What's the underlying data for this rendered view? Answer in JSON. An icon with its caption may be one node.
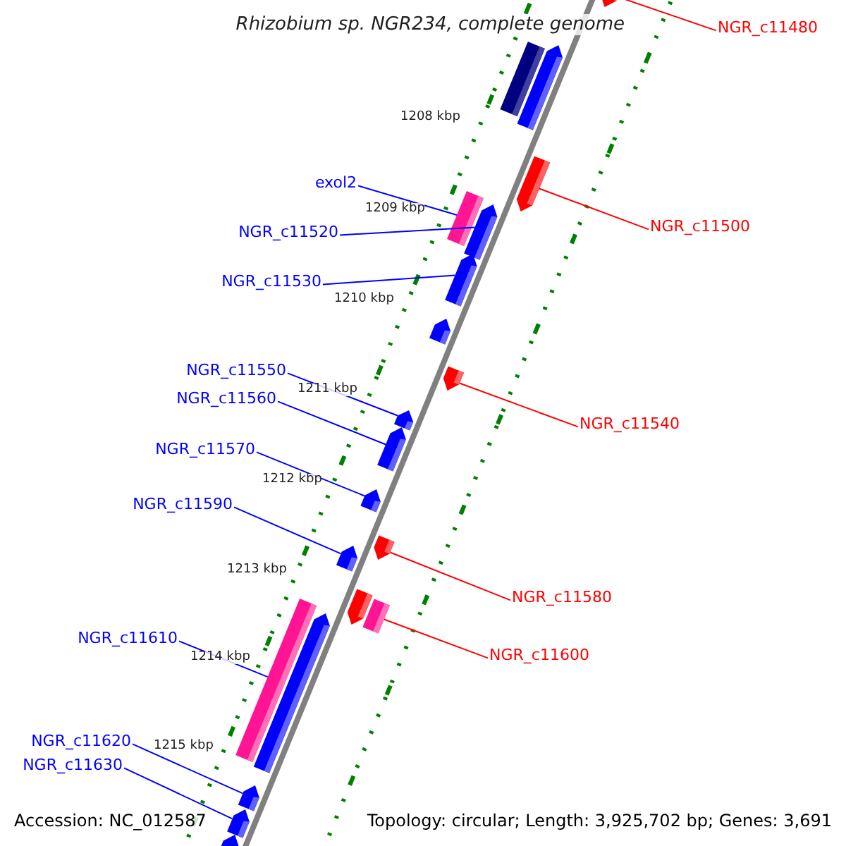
{
  "diagram": {
    "title": "Rhizobium sp. NGR234, complete genome",
    "nodes": [
      {
        "text": [
          "NGR_c11480"
        ]
      },
      {
        "text": [
          "NGR_c11500"
        ]
      },
      {
        "text": [
          "exol2"
        ]
      },
      {
        "text": [
          "NGR_c11520"
        ]
      },
      {
        "text": [
          "NGR_c11530"
        ]
      },
      {
        "text": [
          "NGR_c11550"
        ]
      },
      {
        "text": [
          "NGR_c11560"
        ]
      },
      {
        "text": [
          "NGR_c11540"
        ]
      },
      {
        "text": [
          "NGR_c11570"
        ]
      },
      {
        "text": [
          "NGR_c11590"
        ]
      },
      {
        "text": [
          "NGR_c11580"
        ]
      },
      {
        "text": [
          "NGR_c11600"
        ]
      },
      {
        "text": [
          "NGR_c11610"
        ]
      },
      {
        "text": [
          "NGR_c11620"
        ]
      },
      {
        "text": [
          "NGR_c11630"
        ]
      },
      {
        "text": [],
        "shape": "arrow"
      },
      {
        "text": [],
        "shape": "bar"
      },
      {
        "text": [],
        "shape": "arrow"
      },
      {
        "text": [],
        "shape": "arrow"
      },
      {
        "text": [],
        "shape": "bar"
      },
      {
        "text": [],
        "shape": "arrow"
      },
      {
        "text": [],
        "shape": "arrow"
      },
      {
        "text": [],
        "shape": "arrow"
      },
      {
        "text": [],
        "shape": "arrow"
      },
      {
        "text": [],
        "shape": "arrow"
      },
      {
        "text": [],
        "shape": "arrow"
      },
      {
        "text": [],
        "shape": "arrow"
      },
      {
        "text": [],
        "shape": "arrow"
      },
      {
        "text": [],
        "shape": "arrow"
      },
      {
        "text": [],
        "shape": "arrow"
      },
      {
        "text": [],
        "shape": "bar"
      },
      {
        "text": [],
        "shape": "bar"
      },
      {
        "text": [],
        "shape": "arrow"
      },
      {
        "text": [],
        "shape": "arrow"
      },
      {
        "text": [],
        "shape": "arrow"
      },
      {
        "text": [],
        "shape": "arrow"
      }
    ],
    "edges": [
      {
        "from": 0,
        "to": 15,
        "arrow": "none",
        "color": "#ff0000"
      },
      {
        "from": 1,
        "to": 18,
        "arrow": "none",
        "color": "#ff0000"
      },
      {
        "from": 2,
        "to": 19,
        "arrow": "none"
      },
      {
        "from": 3,
        "to": 20,
        "arrow": "none"
      },
      {
        "from": 4,
        "to": 21,
        "arrow": "none"
      },
      {
        "from": 5,
        "to": 24,
        "arrow": "none"
      },
      {
        "from": 6,
        "to": 25,
        "arrow": "none"
      },
      {
        "from": 7,
        "to": 23,
        "arrow": "none",
        "color": "#ff0000"
      },
      {
        "from": 8,
        "to": 26,
        "arrow": "none"
      },
      {
        "from": 9,
        "to": 28,
        "arrow": "none"
      },
      {
        "from": 10,
        "to": 27,
        "arrow": "none",
        "color": "#ff0000"
      },
      {
        "from": 11,
        "to": 30,
        "arrow": "none",
        "color": "#ff0000"
      },
      {
        "from": 12,
        "to": 31,
        "arrow": "none"
      },
      {
        "from": 13,
        "to": 33,
        "arrow": "none"
      },
      {
        "from": 14,
        "to": 34,
        "arrow": "none"
      }
    ],
    "labels": [
      "1208 kbp",
      "1209 kbp",
      "1210 kbp",
      "1211 kbp",
      "1212 kbp",
      "1213 kbp",
      "1214 kbp",
      "1215 kbp",
      "Accession: NC_012587",
      "Topology: circular; Length: 3,925,702 bp; Genes: 3,691"
    ]
  }
}
